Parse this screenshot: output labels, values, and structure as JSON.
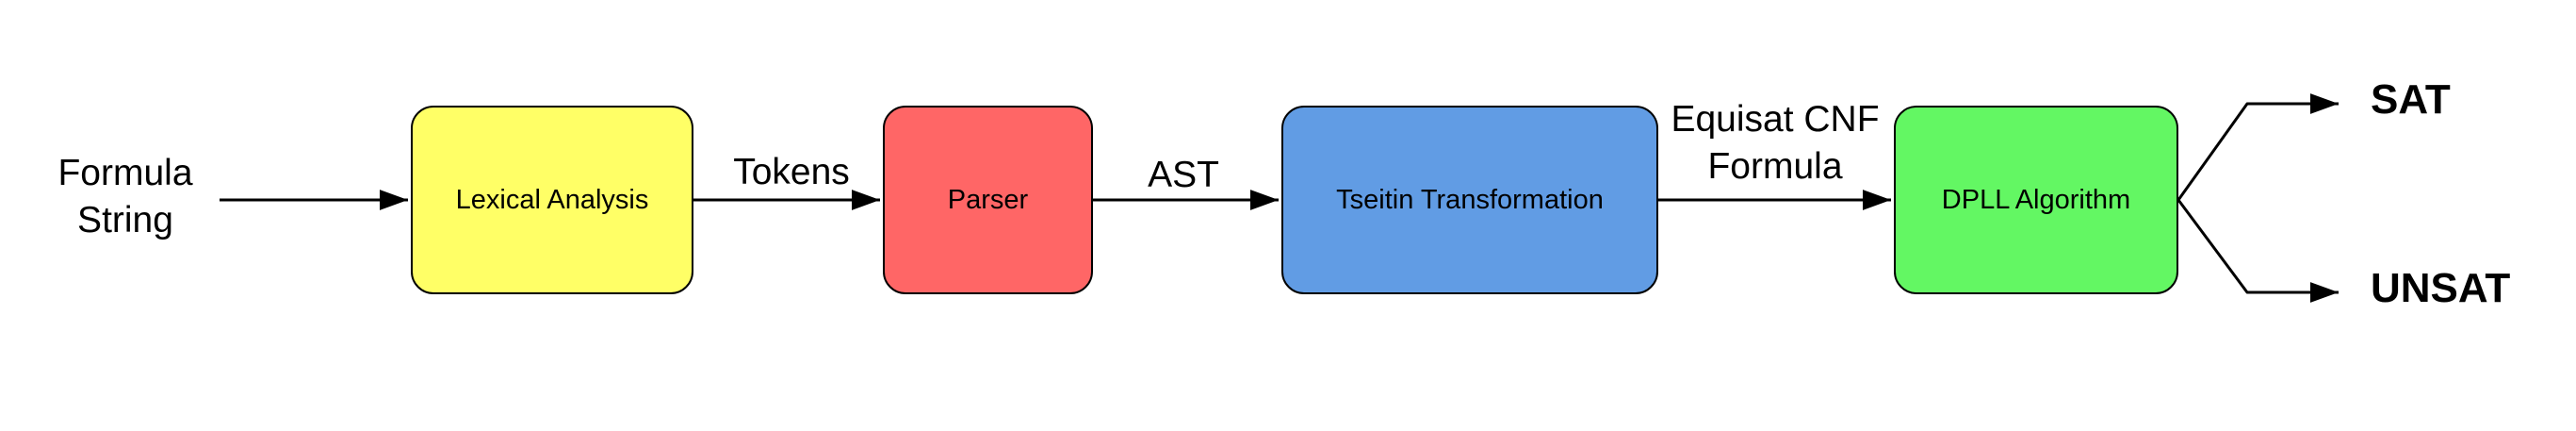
{
  "page": {
    "background": "#FFFFFF",
    "stroke_color": "#000000",
    "text_color": "#000000"
  },
  "diagram": {
    "nodes": [
      {
        "label": "Lexical Analysis",
        "fill": "#FFFF66"
      },
      {
        "label": "Parser",
        "fill": "#FF6666"
      },
      {
        "label": "Tseitin Transformation",
        "fill": "#619CE4"
      },
      {
        "label": "DPLL Algorithm",
        "fill": "#63F763"
      }
    ],
    "labels": {
      "input": "Formula\nString",
      "tokens": "Tokens",
      "ast": "AST",
      "equisat": "Equisat CNF\nFormula",
      "sat": "SAT",
      "unsat": "UNSAT"
    }
  }
}
